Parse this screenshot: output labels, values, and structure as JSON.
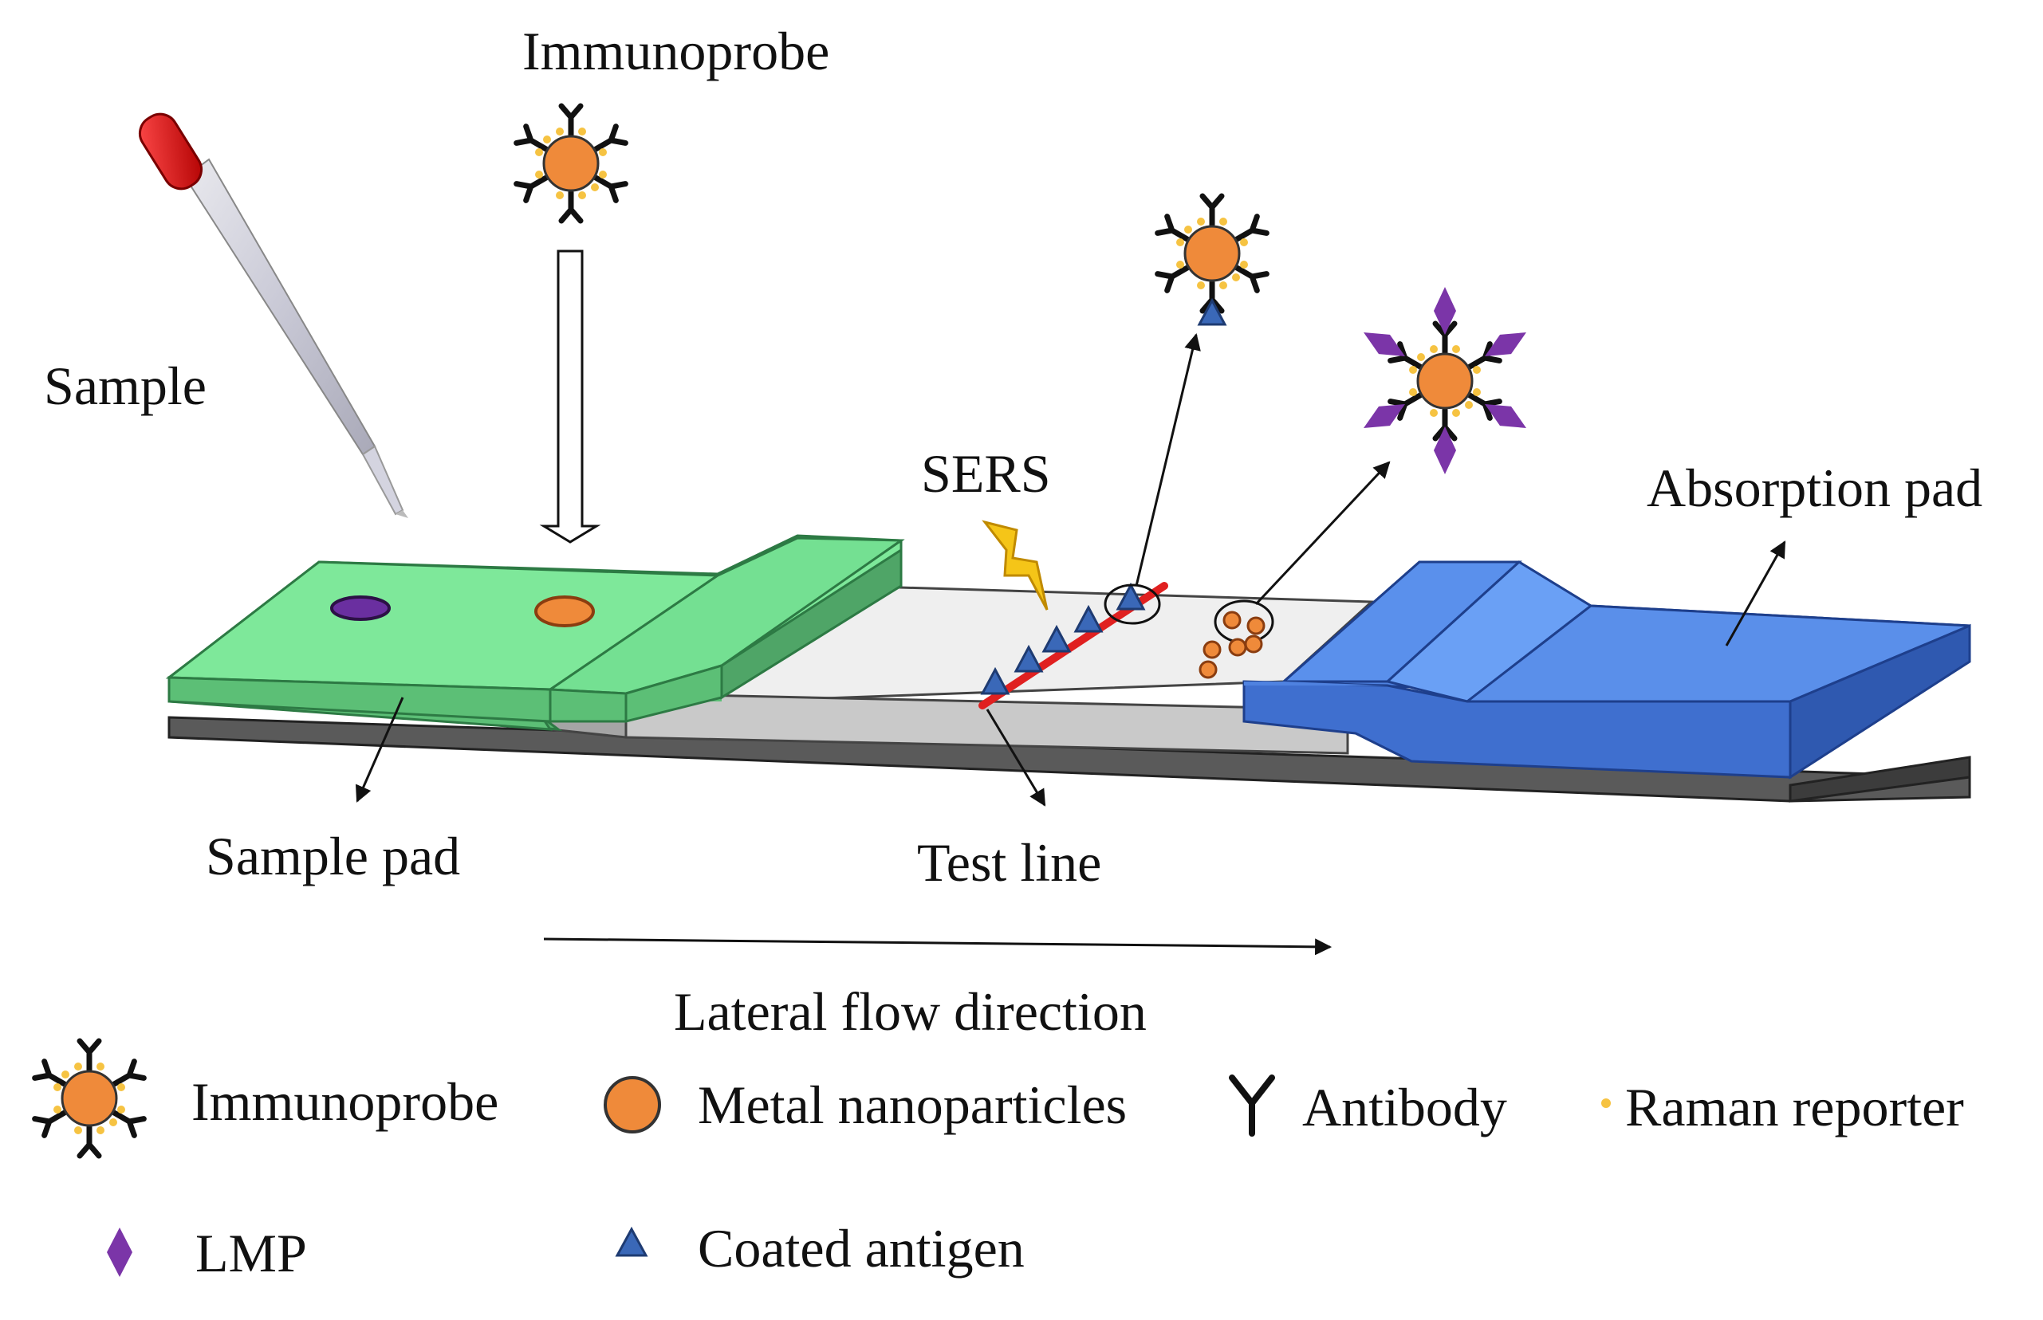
{
  "labels": {
    "immunoprobe_top": "Immunoprobe",
    "sample": "Sample",
    "sers": "SERS",
    "absorption_pad": "Absorption pad",
    "sample_pad": "Sample pad",
    "test_line": "Test line",
    "flow_direction": "Lateral flow direction"
  },
  "legend": {
    "immunoprobe": "Immunoprobe",
    "metal_nanoparticles": "Metal nanoparticles",
    "antibody": "Antibody",
    "raman_reporter": "Raman reporter",
    "lmp": "LMP",
    "coated_antigen": "Coated antigen"
  },
  "colors": {
    "sample_pad": "#7ee89a",
    "absorption_pad": "#4f82e0",
    "membrane": "#efefef",
    "backing": "#555555",
    "nanoparticle": "#ef8a3a",
    "lmp": "#7b35a8",
    "antigen": "#3a68b8",
    "test_line": "#e02020",
    "raman": "#f6c342",
    "sers_bolt": "#f5c518"
  },
  "icons": [
    "pipette-icon",
    "immunoprobe-icon",
    "antibody-icon",
    "lmp-diamond-icon",
    "antigen-triangle-icon",
    "lightning-icon"
  ]
}
